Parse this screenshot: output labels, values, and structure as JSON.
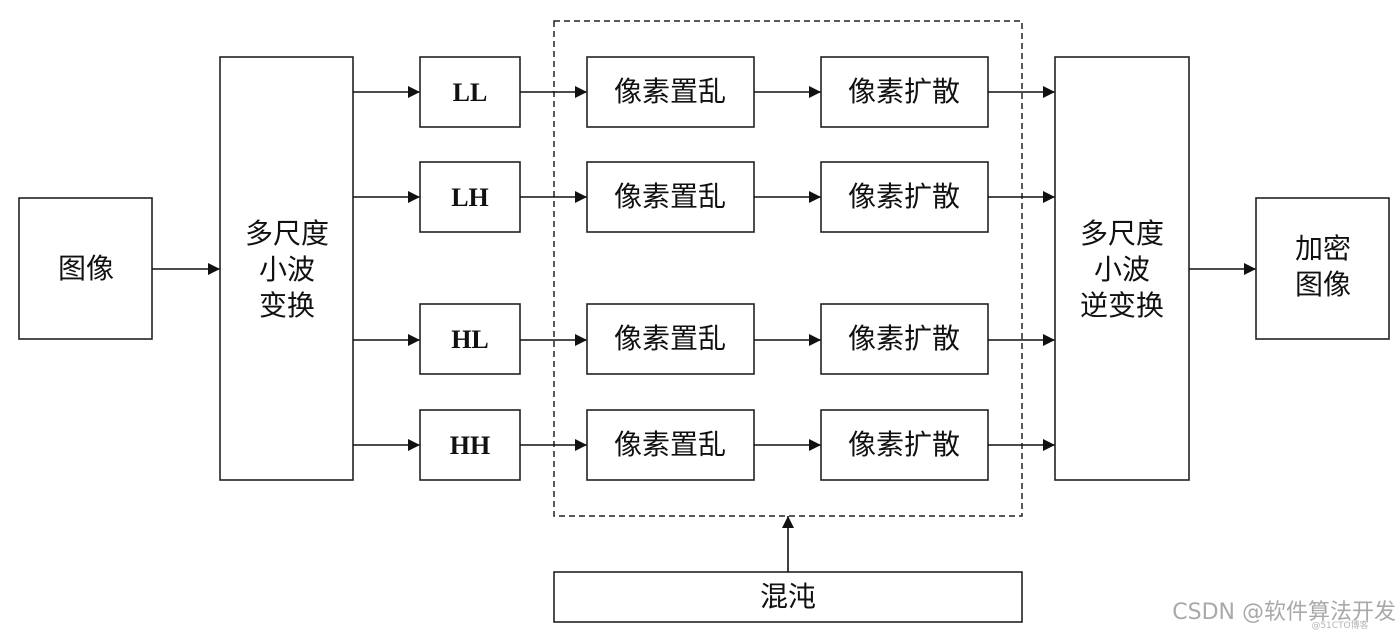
{
  "diagram": {
    "source_image": {
      "label": "图像"
    },
    "dwt": {
      "lines": [
        "多尺度",
        "小波",
        "变换"
      ]
    },
    "bands": [
      "LL",
      "LH",
      "HL",
      "HH"
    ],
    "scramble_label": "像素置乱",
    "diffusion_label": "像素扩散",
    "idwt": {
      "lines": [
        "多尺度",
        "小波",
        "逆变换"
      ]
    },
    "encrypted_image": {
      "lines": [
        "加密",
        "图像"
      ]
    },
    "chaos": {
      "label": "混沌"
    }
  },
  "watermark": {
    "text": "CSDN @软件算法开发",
    "small_text": "@51CTO博客"
  }
}
